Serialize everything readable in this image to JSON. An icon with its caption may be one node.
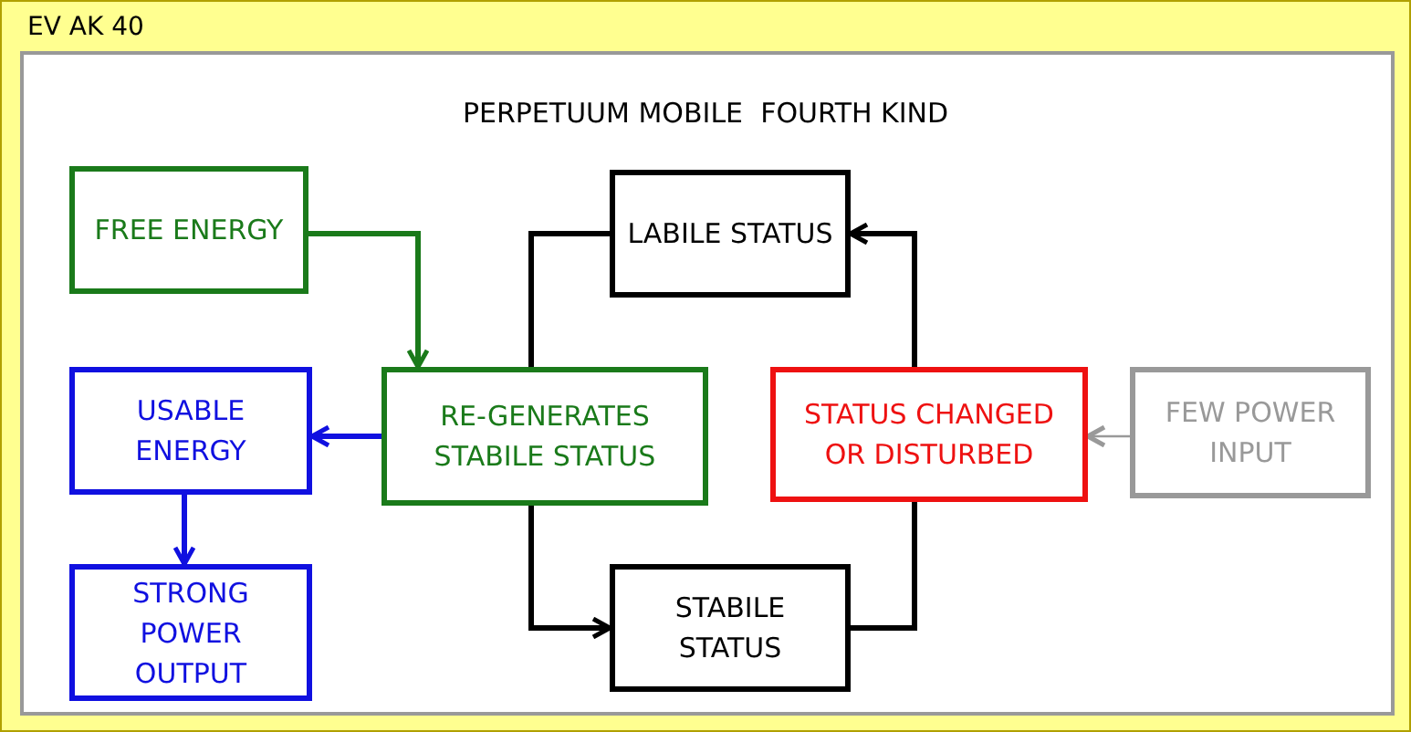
{
  "diagram": {
    "title": "PERPETUUM MOBILE  FOURTH KIND",
    "nodes": [
      {
        "text": [
          "FREE ENERGY"
        ]
      },
      {
        "text": [
          "LABILE STATUS"
        ]
      },
      {
        "text": [
          "USABLE ENERGY"
        ]
      },
      {
        "text": [
          "RE-GENERATES STABILE STATUS"
        ]
      },
      {
        "text": [
          "STATUS CHANGED OR DISTURBED"
        ]
      },
      {
        "text": [
          "FEW POWER INPUT"
        ]
      },
      {
        "text": [
          "STRONG POWER OUTPUT"
        ]
      },
      {
        "text": [
          "STABILE STATUS"
        ]
      }
    ],
    "edges": [
      {
        "from": 0,
        "to": 3,
        "arrow": "to",
        "color": "#1a7a1a"
      },
      {
        "from": 3,
        "to": 2,
        "arrow": "to",
        "color": "#1010e0"
      },
      {
        "from": 2,
        "to": 6,
        "arrow": "to",
        "color": "#1010e0"
      },
      {
        "from": 5,
        "to": 4,
        "arrow": "to",
        "color": "#999999"
      },
      {
        "from": 4,
        "to": 1,
        "arrow": "to"
      },
      {
        "from": 1,
        "to": 3,
        "arrow": "none"
      },
      {
        "from": 3,
        "to": 7,
        "arrow": "to"
      },
      {
        "from": 7,
        "to": 4,
        "arrow": "none"
      }
    ],
    "labels": [
      "EV AK 40"
    ]
  }
}
